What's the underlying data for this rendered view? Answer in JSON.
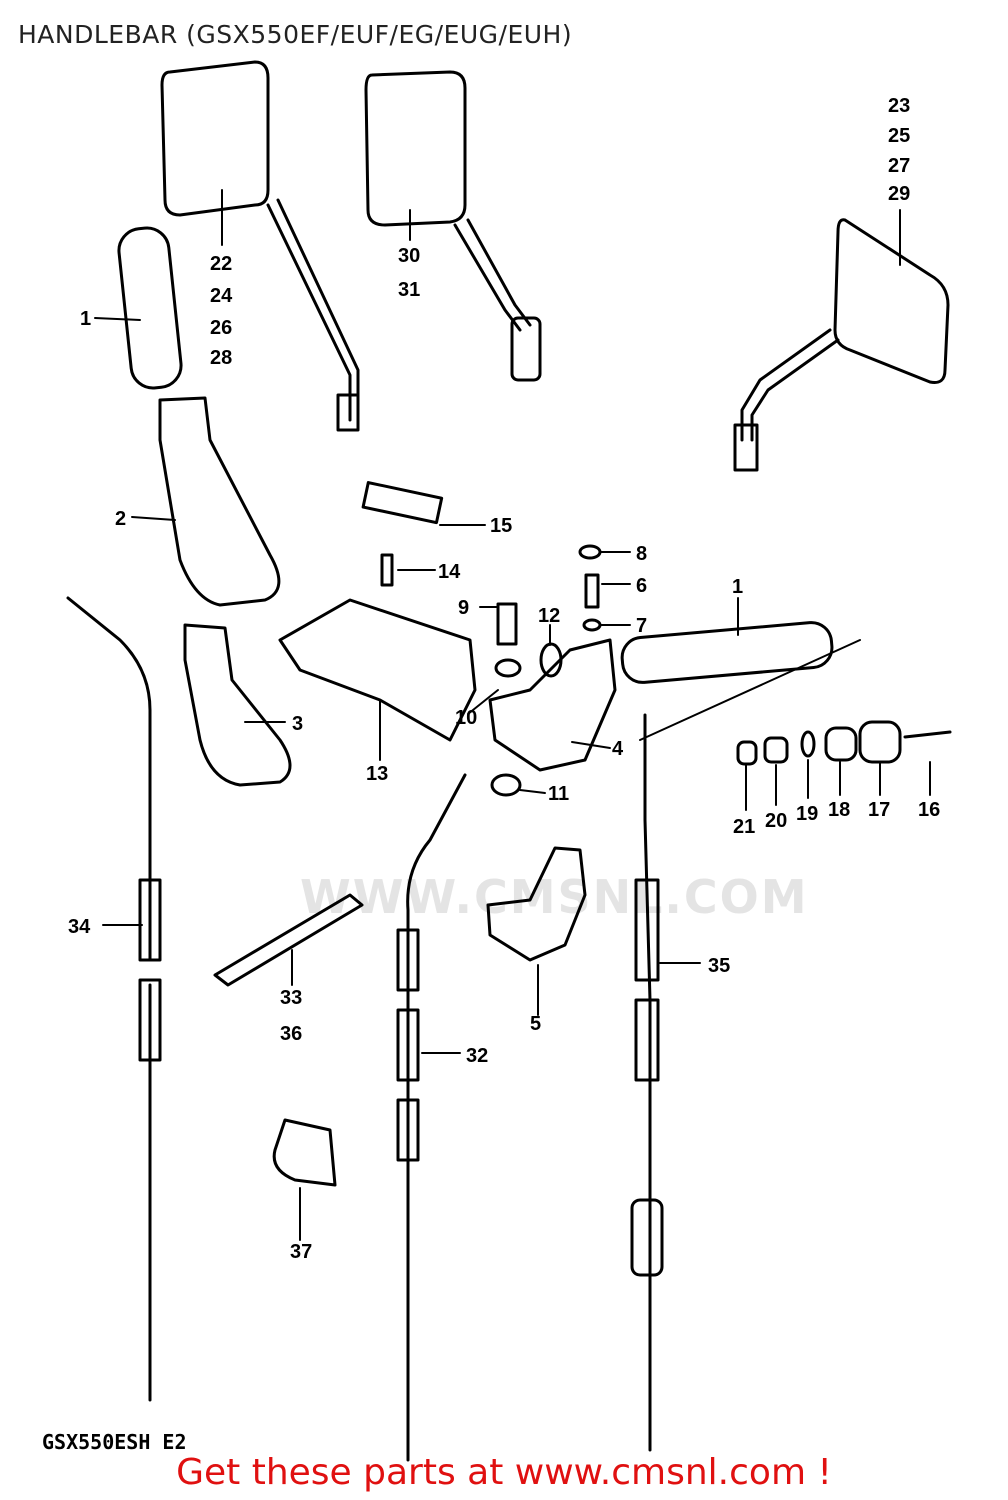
{
  "title": "HANDLEBAR (GSX550EF/EUF/EG/EUG/EUH)",
  "model_code": "GSX550ESH  E2",
  "watermark": "WWW.CMSNL.COM",
  "footer": "Get these parts at www.cmsnl.com !",
  "colors": {
    "footer": "#e01010",
    "lines": "#000000",
    "watermark": "#e4e4e4"
  },
  "callouts": {
    "c1a": "1",
    "c2": "2",
    "c3": "3",
    "c4": "4",
    "c5": "5",
    "c6": "6",
    "c7": "7",
    "c8": "8",
    "c9": "9",
    "c10": "10",
    "c11": "11",
    "c12": "12",
    "c13": "13",
    "c14": "14",
    "c15": "15",
    "c16": "16",
    "c17": "17",
    "c18": "18",
    "c19": "19",
    "c20": "20",
    "c21": "21",
    "c22": "22",
    "c24": "24",
    "c26": "26",
    "c28": "28",
    "c23": "23",
    "c25": "25",
    "c27": "27",
    "c29": "29",
    "c30": "30",
    "c31": "31",
    "c32": "32",
    "c33": "33",
    "c34": "34",
    "c35": "35",
    "c36": "36",
    "c37": "37",
    "c1b": "1"
  }
}
